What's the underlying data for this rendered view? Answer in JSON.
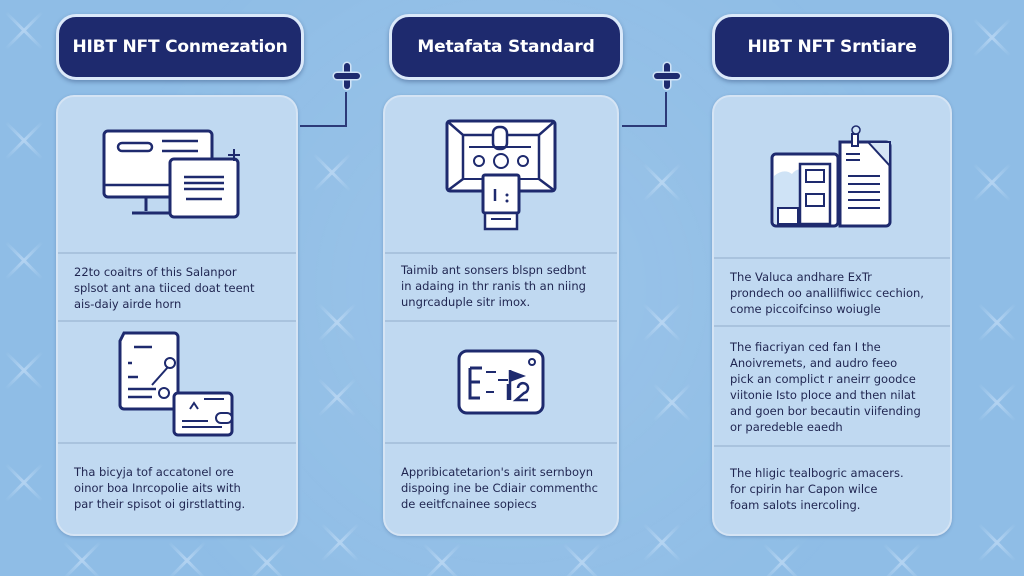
{
  "colors": {
    "background": "#8fbde6",
    "header_fill": "#1e2a6e",
    "card_fill": "#c0d9f1",
    "text": "#1f2550",
    "icon_stroke": "#1e2a6e"
  },
  "columns": [
    {
      "header": "HIBT NFT Conmezation",
      "icon_top": "computer-with-document-icon",
      "text_1": "22to coaitrs of this Salanpor\nsplsot ant ana tiiced doat teent\nais-daiy airde horn",
      "icon_middle": "linked-documents-icon",
      "text_2": "",
      "text_3": "Tha bicyja tof accatonel ore\noinor boa Inrcopolie aits with\npar their spisot oi girstlatting."
    },
    {
      "header": "Metafata Standard",
      "icon_top": "monitor-with-device-icon",
      "text_1": "Taimib ant sonsers blspn sedbnt\nin adaing in thr ranis th an niing\nungrcaduple sitr imox.",
      "icon_middle": "code-flag-card-icon",
      "text_2": "",
      "text_3": "Appribicatetarion's airit sernboyn\ndispoing ine be Cdiair commenthc\nde eeitfcnainee sopiecs"
    },
    {
      "header": "HIBT NFT Srntiare",
      "icon_top": "building-and-document-icon",
      "text_1": "The Valuca andhare ExTr\nprondech oo anallilfiwicc cechion,\ncome piccoifcinso woiugle",
      "icon_middle": "",
      "text_2": "The fiacriyan ced fan I the\nAnoivremets, and audro feeo\npick an complict r aneirr goodce\nviitonie Isto ploce and then nilat\nand goen bor becautin viifending\nor paredeble eaedh",
      "text_3": "The hligic tealbogric amacers.\nfor cpirin har Capon wilce\nfoam salots inercoling."
    }
  ],
  "connectors": [
    {
      "from": "column-1",
      "to": "column-2",
      "symbol": "+"
    },
    {
      "from": "column-2",
      "to": "column-3",
      "symbol": "+"
    }
  ]
}
